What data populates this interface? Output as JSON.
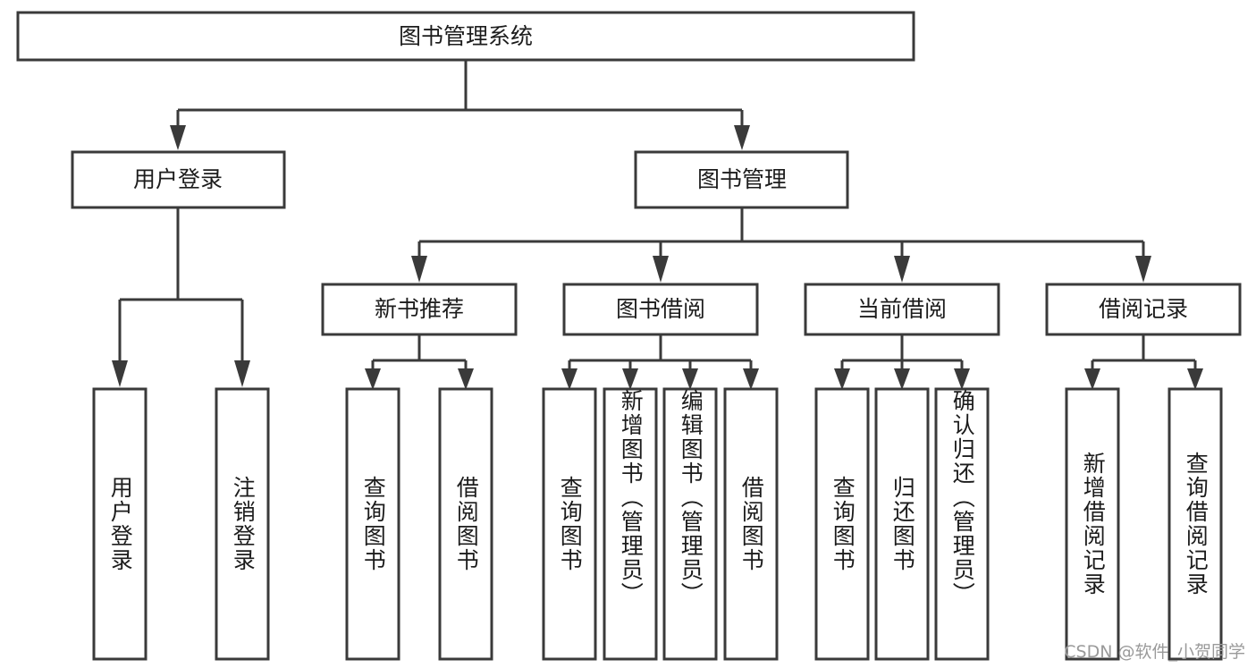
{
  "diagram": {
    "type": "tree-hierarchy",
    "title": "图书管理系统",
    "root": {
      "label": "图书管理系统"
    },
    "level2": [
      {
        "label": "用户登录"
      },
      {
        "label": "图书管理"
      }
    ],
    "level3": [
      {
        "label": "新书推荐"
      },
      {
        "label": "图书借阅"
      },
      {
        "label": "当前借阅"
      },
      {
        "label": "借阅记录"
      }
    ],
    "leaves": {
      "user_login": [
        {
          "label": "用户登录"
        },
        {
          "label": "注销登录"
        }
      ],
      "new_book_recommend": [
        {
          "label": "查询图书"
        },
        {
          "label": "借阅图书"
        }
      ],
      "book_borrow": [
        {
          "label": "查询图书"
        },
        {
          "label": "新增图书（管理员）"
        },
        {
          "label": "编辑图书（管理员）"
        },
        {
          "label": "借阅图书"
        }
      ],
      "current_borrow": [
        {
          "label": "查询图书"
        },
        {
          "label": "归还图书"
        },
        {
          "label": "确认归还（管理员）"
        }
      ],
      "borrow_record": [
        {
          "label": "新增借阅记录"
        },
        {
          "label": "查询借阅记录"
        }
      ]
    }
  },
  "watermark": {
    "text": "CSDN @软件_小贺同学"
  },
  "colors": {
    "stroke": "#3a3a3a",
    "text": "#1c1c1c",
    "background": "#ffffff",
    "watermark": "#9a9a9a"
  }
}
